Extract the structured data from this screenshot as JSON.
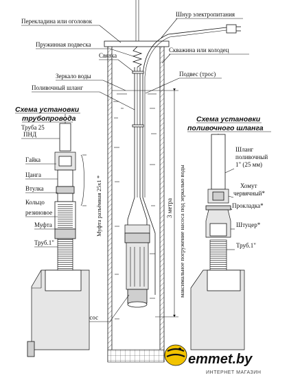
{
  "main": {
    "labels": {
      "crossbar": "Перекладина или оголовок",
      "power_cord": "Шнур электропитания",
      "spring_hanger": "Пружинная подвеска",
      "tie": "Связка",
      "well": "Скважина или колодец",
      "water_mirror": "Зеркало воды",
      "hanger_rope": "Подвес (трос)",
      "hose": "Поливочный шланг",
      "pump": "Электронасос",
      "depth_3m": "3 метра",
      "max_depth": "максимальное погружение насоса под зеркалью воды"
    },
    "left_scheme": {
      "title_line1": "Схема установки",
      "title_line2": "трубопровода",
      "pipe_line1": "Труба 25",
      "pipe_line2": "ПНД",
      "nut": "Гайка",
      "collet": "Цанга",
      "sleeve": "Втулка",
      "ring_line1": "Кольцо",
      "ring_line2": "резиновое",
      "coupling": "Муфта",
      "pipe1": "Труб.1\"",
      "coupling_thread": "Муфта разъёмная 25х1 *"
    },
    "right_scheme": {
      "title_line1": "Схема установки",
      "title_line2": "поливочного шланга",
      "hose_line1": "Шланг",
      "hose_line2": "поливочный",
      "hose_line3": "1\" (25 мм)",
      "clamp_line1": "Хомут",
      "clamp_line2": "червячный*",
      "gasket": "Прокладка*",
      "fitting": "Штуцер*",
      "pipe1": "Труб.1\""
    },
    "brand": {
      "name": "emmet.by",
      "tagline": "ИНТЕРНЕТ МАГАЗИН",
      "accent_color": "#f2c300"
    }
  }
}
